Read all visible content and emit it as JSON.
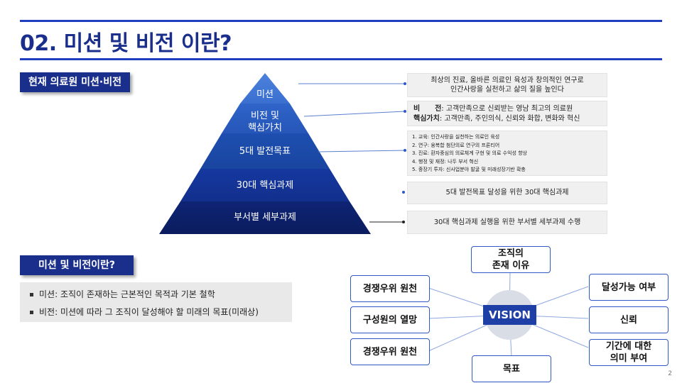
{
  "header": {
    "title": "02. 미션 및 비전 이란?"
  },
  "current_section": {
    "tag": "현재 의료원 미션·비전",
    "pyramid": [
      {
        "label": "미션"
      },
      {
        "label": "비전 및\n핵심가치"
      },
      {
        "label": "5대 발전목표"
      },
      {
        "label": "30대 핵심과제"
      },
      {
        "label": "부서별 세부과제"
      }
    ],
    "descriptions": {
      "mission": [
        "최상의 진료, 올바른 의료인 육성과 창의적인 연구로",
        "인간사랑을 실천하고 삶의 질을 높인다"
      ],
      "vision_label": "비      전",
      "vision_text": ": 고객만족으로 신뢰받는 영남 최고의 의료원",
      "core_label": "핵심가치",
      "core_text": ": 고객만족, 주인의식, 신뢰와 화합, 변화와 혁신",
      "goals": [
        "1. 교육: 인간사랑을 실천하는 의료인 육성",
        "2. 연구: 융복합 첨단의료 연구의 프론티어",
        "3. 진료: 환자중심의 의료체계 구현 및 의료 수익성 향상",
        "4. 행정 및 재정: 나두 부서 혁신",
        "5. 중장기 투자: 신사업분야 발굴 및 미래성장기반 확충"
      ],
      "tasks": "5대 발전목표 달성을 위한 30대 핵심과제",
      "dept": "30대 핵심과제 실행을 위한 부서별 세부과제 수행"
    }
  },
  "definition_section": {
    "tag": "미션 및 비전이란?",
    "items": [
      "미션: 조직이 존재하는 근본적인 목적과 기본 철학",
      "비전: 미션에 따라 그 조직이 달성해야 할 미래의 목표(미래상)"
    ]
  },
  "vision_diagram": {
    "center": "VISION",
    "nodes": {
      "top": "조직의\n존재 이유",
      "left1": "경쟁우위 원천",
      "left2": "구성원의 열망",
      "left3": "경쟁우위 원천",
      "bottom": "목표",
      "right1": "달성가능 여부",
      "right2": "신뢰",
      "right3": "기간에 대한\n의미 부여"
    }
  },
  "page_number": "2",
  "colors": {
    "accent": "#1a2e8c",
    "rule": "#1f3fbf",
    "center_circle": "#1e3fa6",
    "node_border": "#2f58c8"
  }
}
